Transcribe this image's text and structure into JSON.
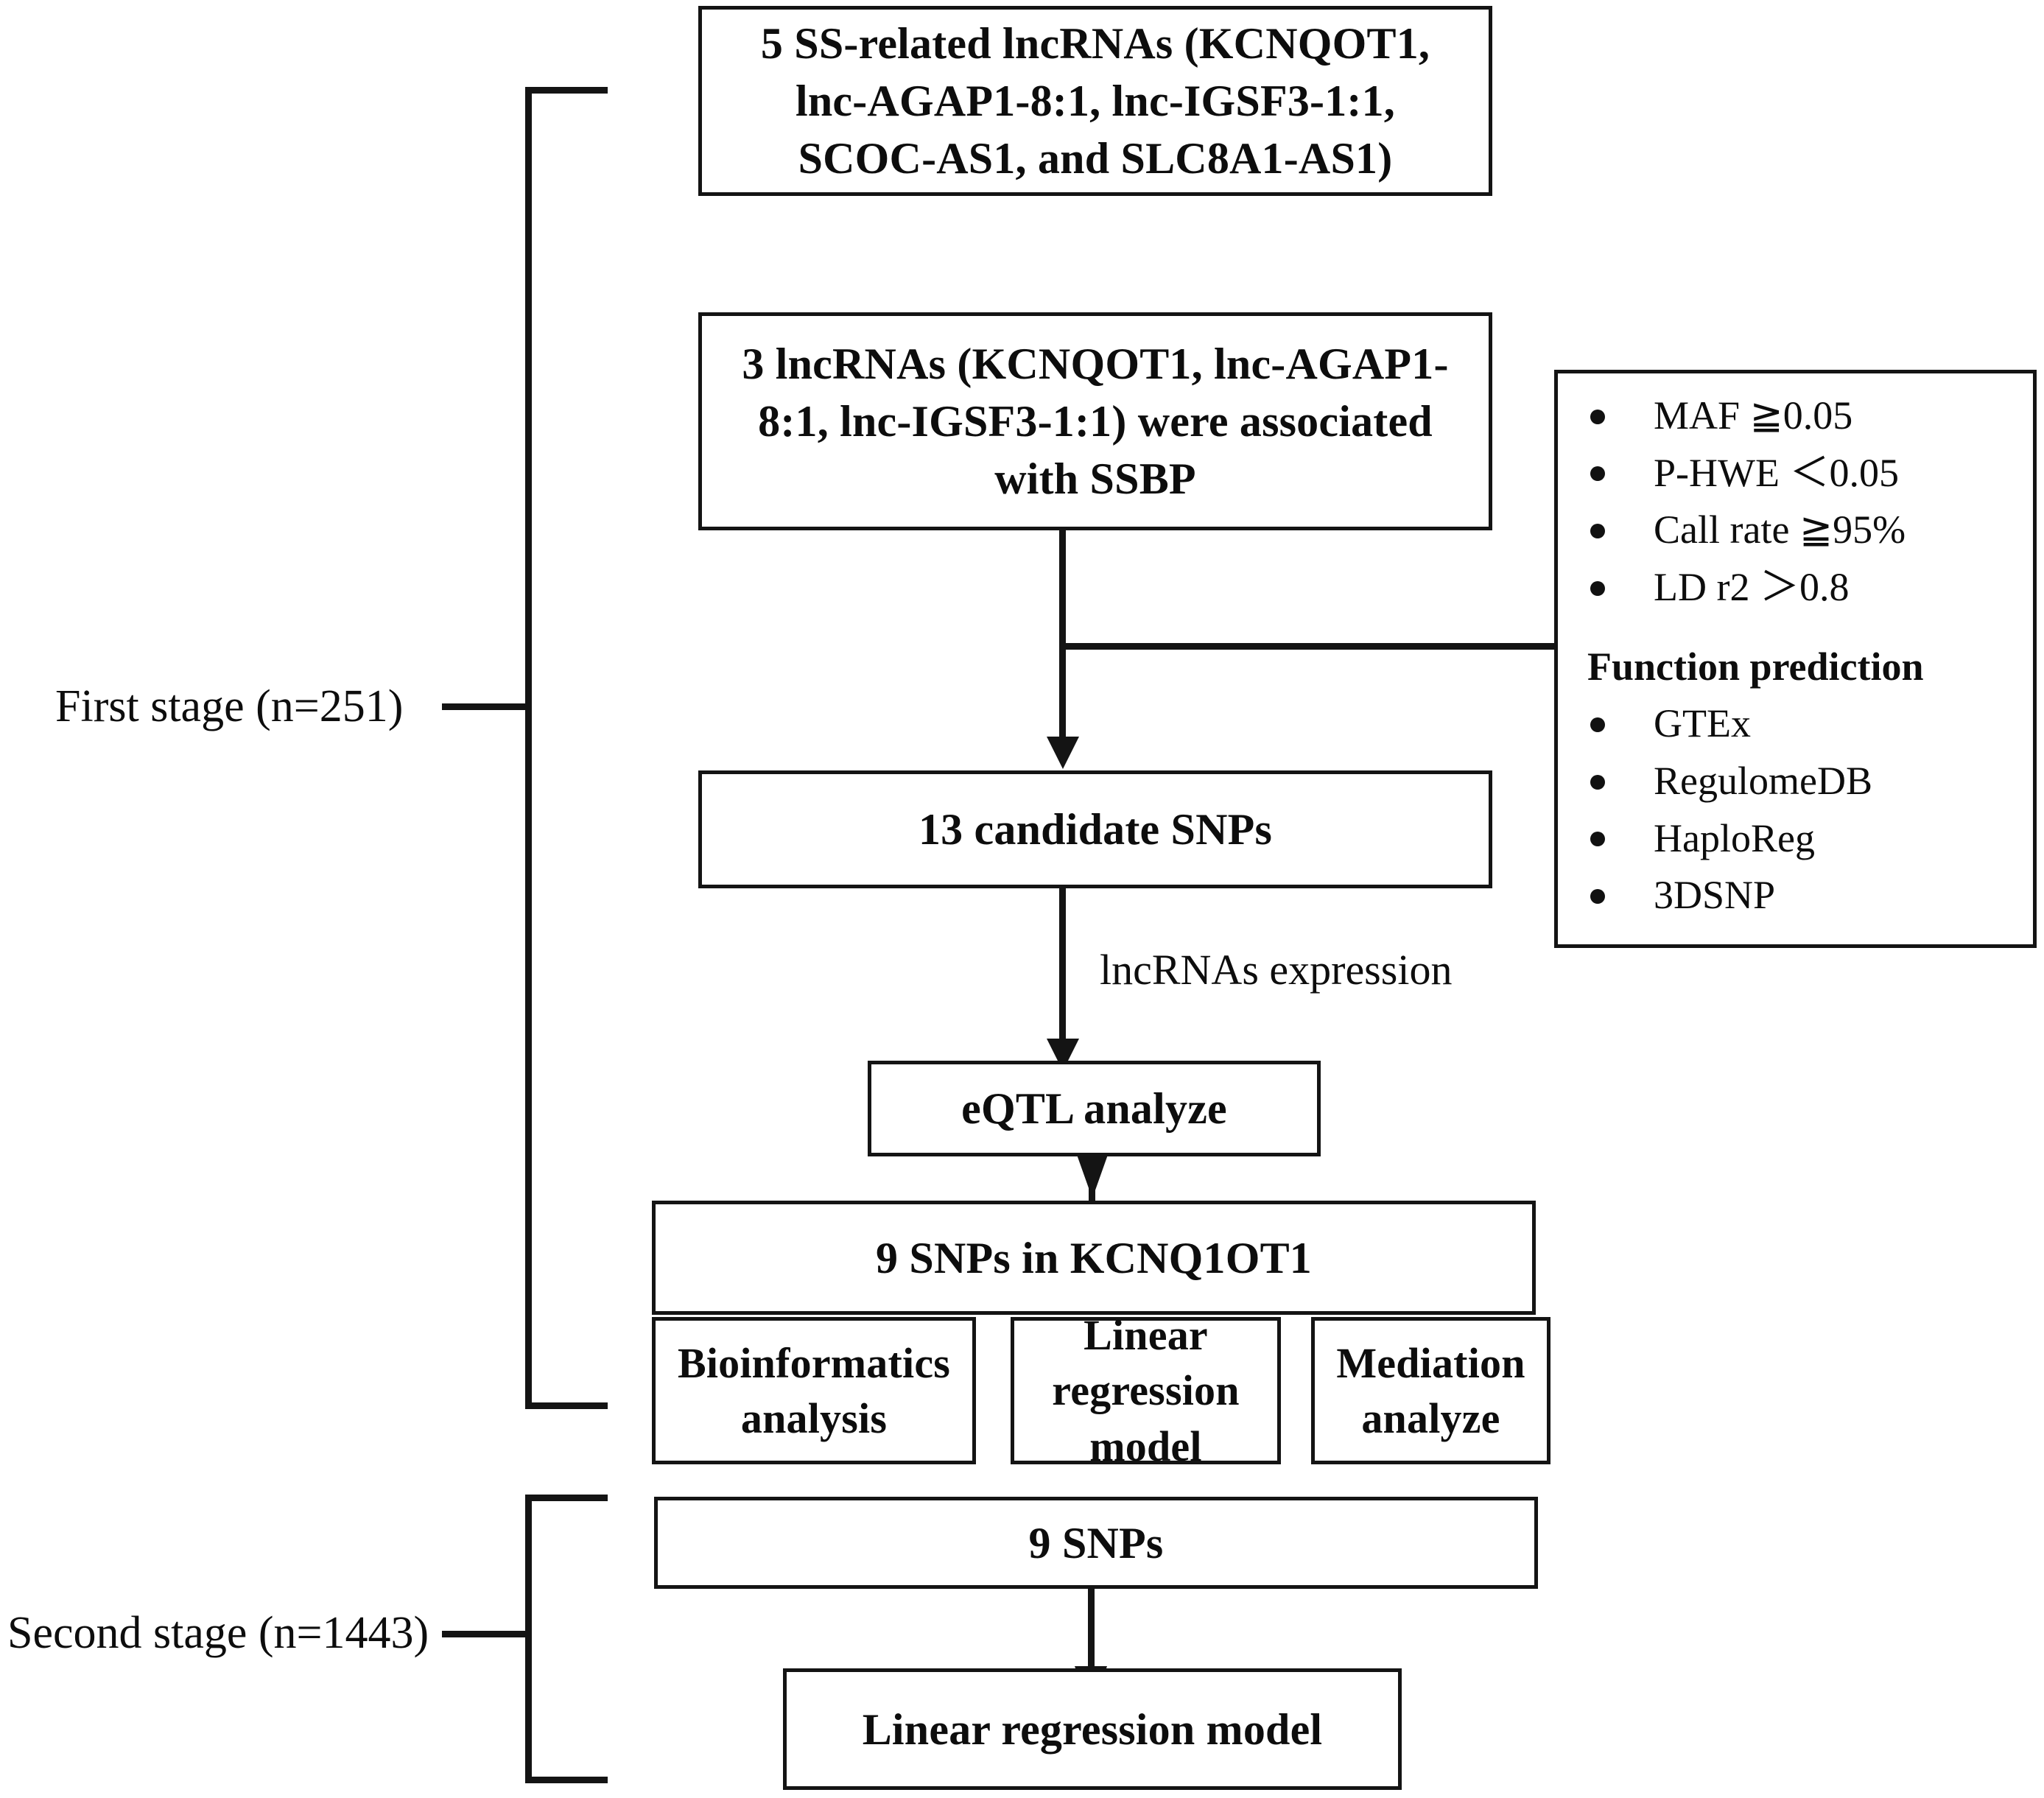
{
  "figure": {
    "type": "flowchart",
    "title": "",
    "stages": [
      {
        "id": "first-stage",
        "label": "First stage (n=251)"
      },
      {
        "id": "second-stage",
        "label": "Second stage (n=1443)"
      }
    ],
    "nodes": [
      {
        "id": "lncrnas-5",
        "label": "5 SS-related lncRNAs (KCNQOT1,\nlnc-AGAP1-8:1, lnc-IGSF3-1:1,\nSCOC-AS1, and SLC8A1-AS1)"
      },
      {
        "id": "lncrnas-3",
        "label": "3 lncRNAs (KCNQOT1, lnc-AGAP1-\n8:1, lnc-IGSF3-1:1) were associated\nwith  SSBP"
      },
      {
        "id": "candidate-snps",
        "label": "13 candidate SNPs"
      },
      {
        "id": "eqtl-analyze",
        "label": "eQTL analyze"
      },
      {
        "id": "snps-kcnq1ot1",
        "label": "9 SNPs in KCNQ1OT1"
      },
      {
        "id": "bioinformatics",
        "label": "Bioinformatics\nanalysis"
      },
      {
        "id": "linear-model-1",
        "label": "Linear\nregression\nmodel"
      },
      {
        "id": "mediation",
        "label": "Mediation\nanalyze"
      },
      {
        "id": "snps-9",
        "label": "9 SNPs"
      },
      {
        "id": "linear-model-2",
        "label": "Linear regression model"
      }
    ],
    "edges": [
      {
        "id": "edge-lncrnas3-to-candidate",
        "label": ""
      },
      {
        "id": "edge-candidate-to-eqtl",
        "label": "lncRNAs expression"
      },
      {
        "id": "edge-eqtl-to-kcnq1ot1",
        "label": ""
      },
      {
        "id": "edge-snps9-to-linear",
        "label": ""
      }
    ],
    "criteria_panel": {
      "filters": [
        "MAF ≧0.05",
        "P-HWE ＜0.05",
        "Call rate ≧95%",
        "LD r2 ＞0.8"
      ],
      "heading": "Function prediction",
      "tools": [
        "GTEx",
        "RegulomeDB",
        "HaploReg",
        "3DSNP"
      ]
    },
    "colors": {
      "stroke": "#141414",
      "background": "#ffffff",
      "text": "#0d0d0d"
    }
  }
}
